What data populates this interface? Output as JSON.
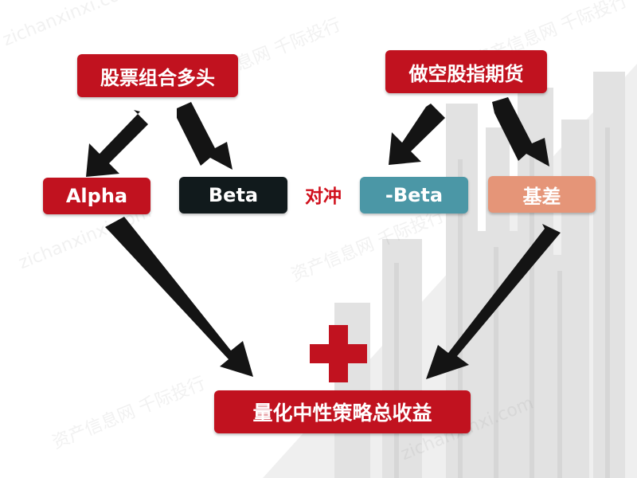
{
  "diagram": {
    "top_left": "股票组合多头",
    "top_right": "做空股指期货",
    "alpha": "Alpha",
    "beta": "Beta",
    "hedge": "对冲",
    "neg_beta": "-Beta",
    "basis": "基差",
    "total": "量化中性策略总收益"
  },
  "watermark": {
    "line1": "资产信息网 千际投行",
    "line2": "zichanxinxi.com"
  },
  "colors": {
    "red": "#c1121f",
    "black": "#111a1c",
    "teal": "#4b97a6",
    "salmon": "#e59578",
    "hedge_text": "#d0101c"
  }
}
